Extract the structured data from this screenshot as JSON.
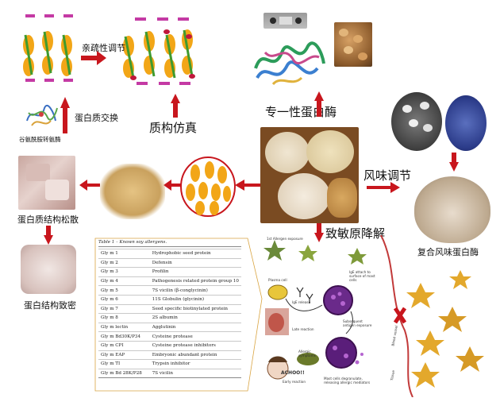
{
  "labels": {
    "affinity_regulation": "亲疏性调节",
    "protein_exchange": "蛋白质交换",
    "texture_simulation": "质构仿真",
    "specific_protease": "专一性蛋白酶",
    "flavor_regulation": "风味调节",
    "compound_flavor_protease": "复合风味蛋白酶",
    "protein_structure_loose": "蛋白质结构松散",
    "protein_structure_dense": "蛋白结构致密",
    "allergen_reduction": "致敏原降解",
    "enzyme_name": "谷氨酰胺转氨酶"
  },
  "allergen_table": {
    "caption": "Table 1 – Known soy allergens.",
    "rows": [
      [
        "Gly m 1",
        "Hydrophobic seed protein"
      ],
      [
        "Gly m 2",
        "Defensin"
      ],
      [
        "Gly m 3",
        "Profilin"
      ],
      [
        "Gly m 4",
        "Pathogenesis related protein group 10"
      ],
      [
        "Gly m 5",
        "7S vicilin (β-conglycinin)"
      ],
      [
        "Gly m 6",
        "11S Globulin (glycinin)"
      ],
      [
        "Gly m 7",
        "Seed specific biotinylated protein"
      ],
      [
        "Gly m 8",
        "2S albumin"
      ],
      [
        "Gly m lectin",
        "Agglutinin"
      ],
      [
        "Gly m Bd30K/P34",
        "Cysteine protease"
      ],
      [
        "Gly m CPI",
        "Cysteine protease inhibitors"
      ],
      [
        "Gly m EAP",
        "Embryonic abundant protein"
      ],
      [
        "Gly m TI",
        "Trypsin inhibitor"
      ],
      [
        "Gly m Bd 28K/P28",
        "7S vicilin"
      ]
    ]
  },
  "mechanism_labels": {
    "first": "1st Allergen exposure",
    "plasma": "Plasma cell",
    "ige_release": "IgE release",
    "ige_attach": "IgE attach to surface of mast cells",
    "subsequent": "Subsequent antigen exposure",
    "late": "Late reaction",
    "symptoms": "Allergic symptoms",
    "early": "Early reaction",
    "achoo": "ACHOO!!",
    "mast": "Mast cells degranulate, releasing allergic mediators",
    "vessel": "Blood vessel",
    "tissue": "Tissue"
  },
  "colors": {
    "arrow": "#c8161d",
    "ellipse": "#f2a617",
    "chain": "#3f9a2e",
    "bar": "#c43aa4",
    "cap": "#c0183b"
  }
}
